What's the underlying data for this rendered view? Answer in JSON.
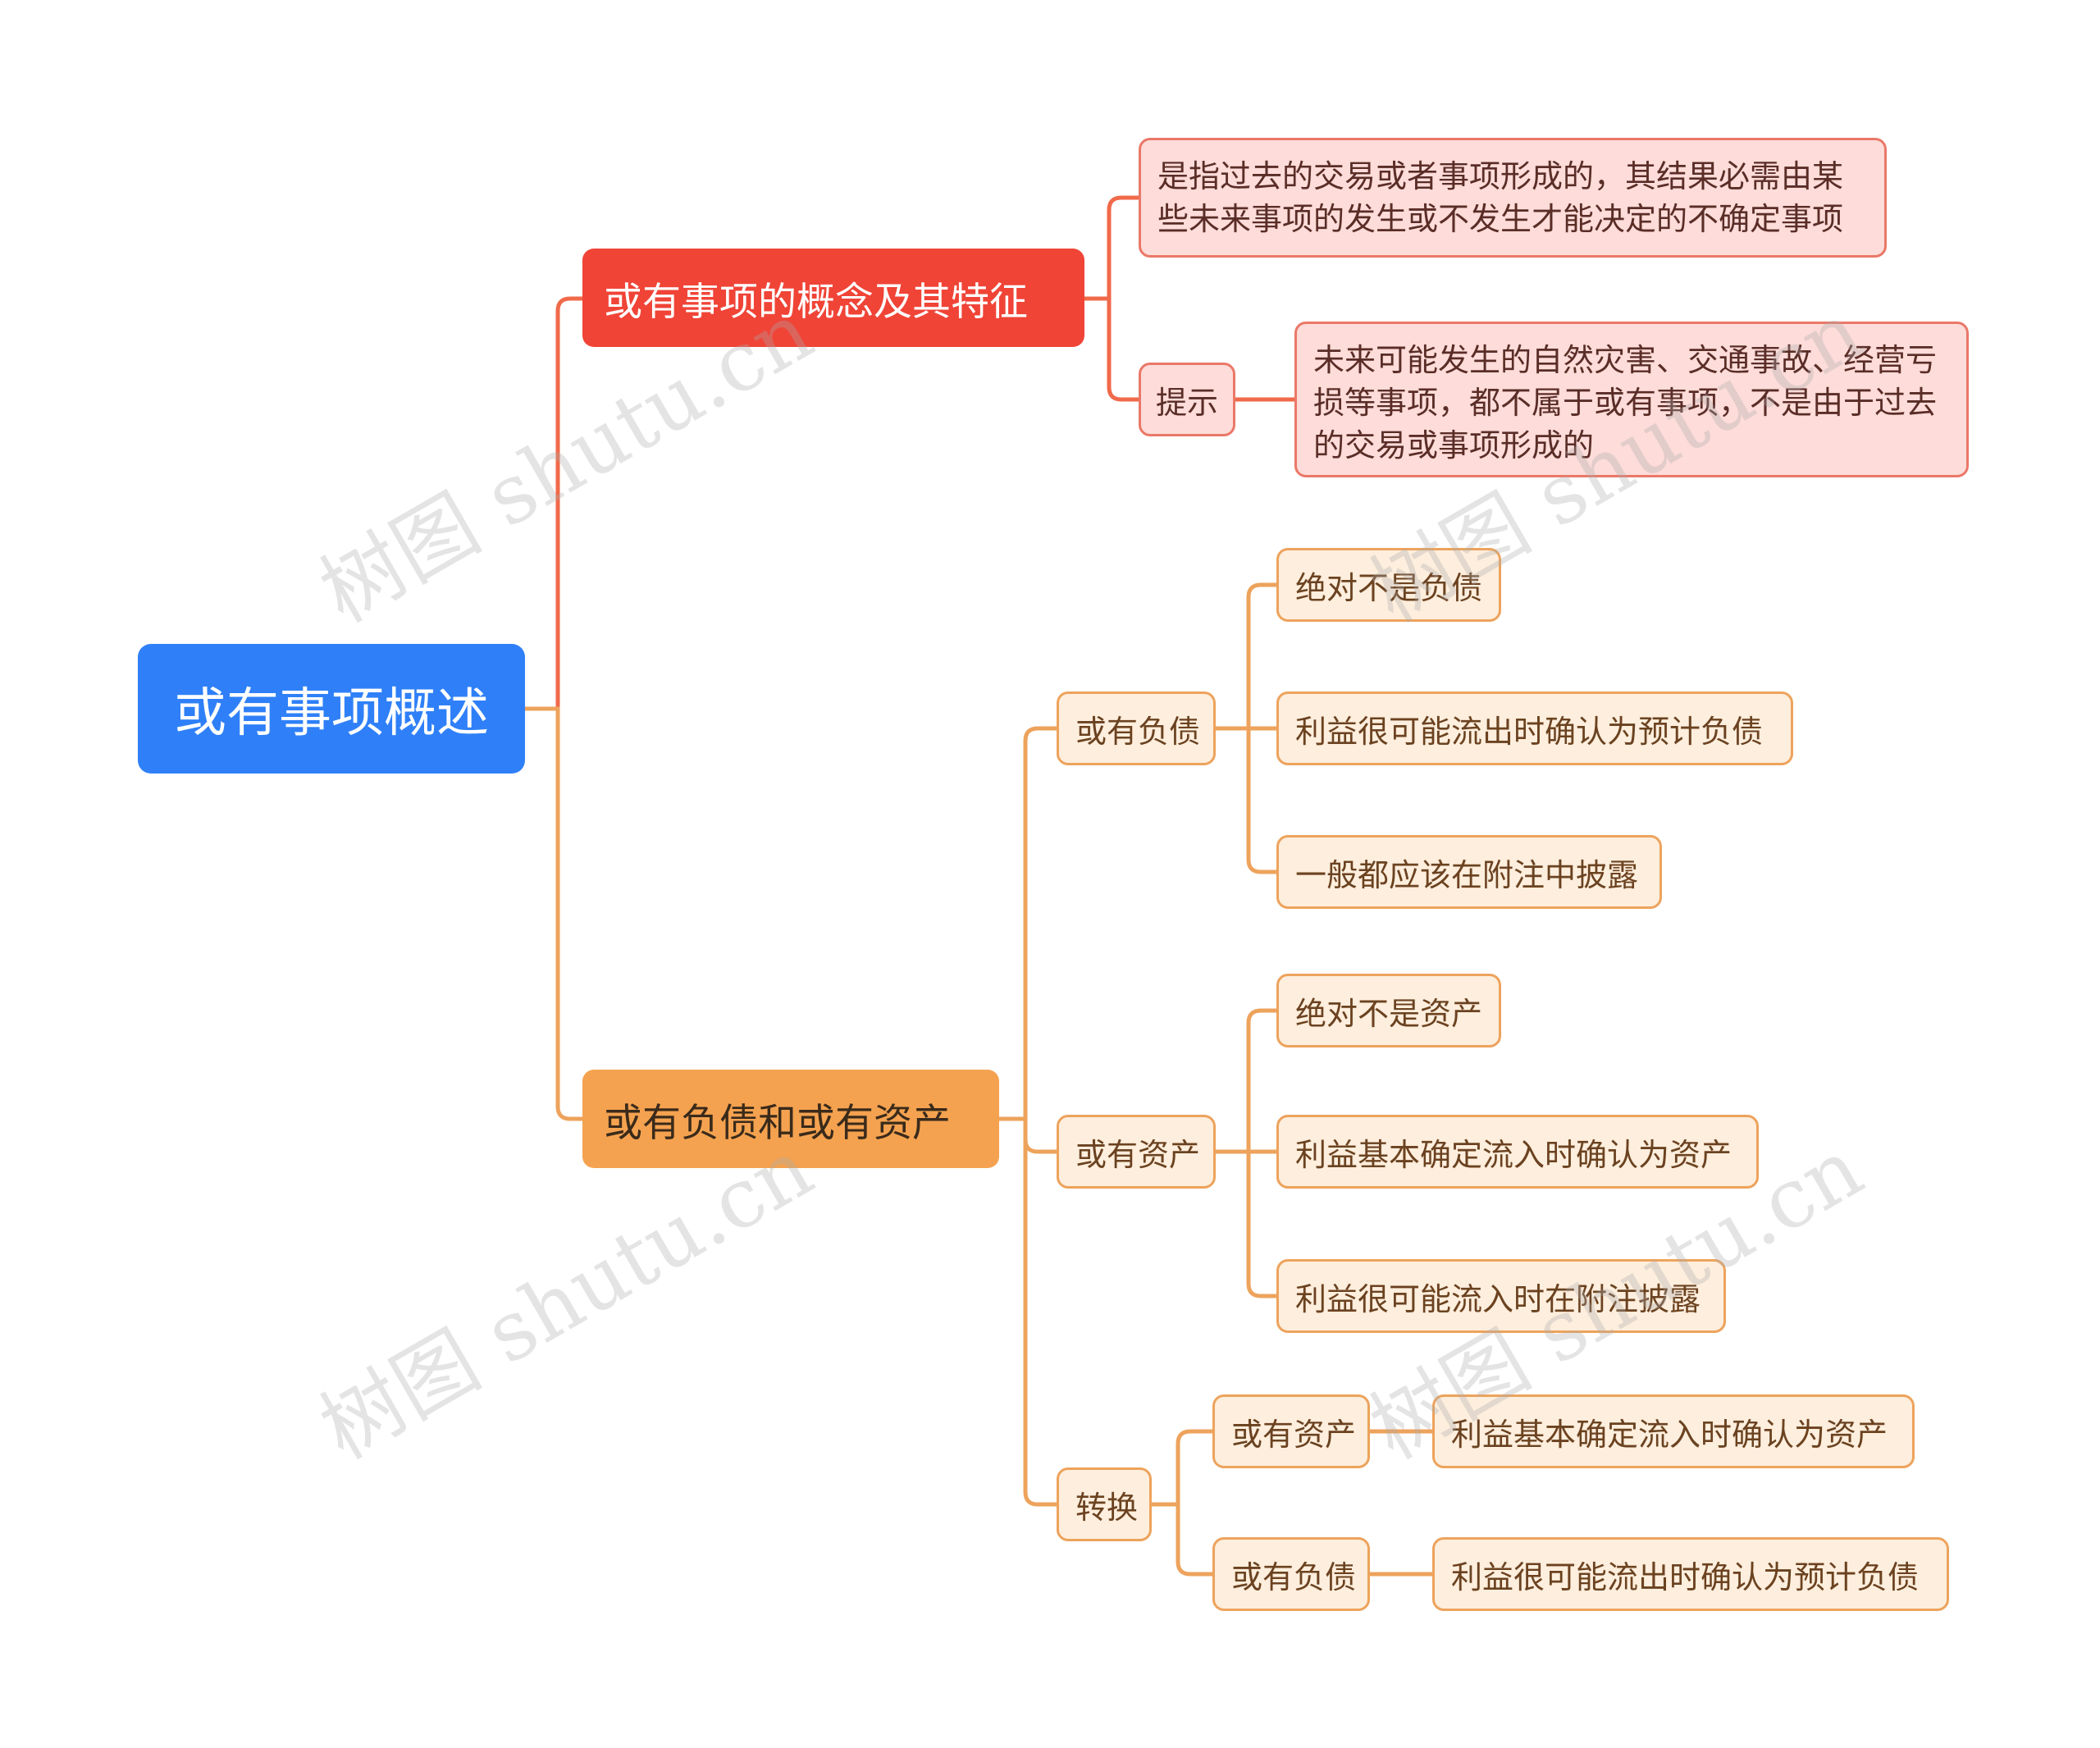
{
  "root": {
    "label": "或有事项概述"
  },
  "branches": [
    {
      "label": "或有事项的概念及其特征",
      "color": "#f04437",
      "children": [
        {
          "label": "是指过去的交易或者事项形成的，其结果必需由某些未来事项的发生或不发生才能决定的不确定事项"
        },
        {
          "label": "提示",
          "children": [
            {
              "label": "未来可能发生的自然灾害、交通事故、经营亏损等事项，都不属于或有事项，不是由于过去的交易或事项形成的"
            }
          ]
        }
      ]
    },
    {
      "label": "或有负债和或有资产",
      "color": "#f4a250",
      "children": [
        {
          "label": "或有负债",
          "children": [
            {
              "label": "绝对不是负债"
            },
            {
              "label": "利益很可能流出时确认为预计负债"
            },
            {
              "label": "一般都应该在附注中披露"
            }
          ]
        },
        {
          "label": "或有资产",
          "children": [
            {
              "label": "绝对不是资产"
            },
            {
              "label": "利益基本确定流入时确认为资产"
            },
            {
              "label": "利益很可能流入时在附注披露"
            }
          ]
        },
        {
          "label": "转换",
          "children": [
            {
              "label": "或有资产",
              "children": [
                {
                  "label": "利益基本确定流入时确认为资产"
                }
              ]
            },
            {
              "label": "或有负债",
              "children": [
                {
                  "label": "利益很可能流出时确认为预计负债"
                }
              ]
            }
          ]
        }
      ]
    }
  ],
  "watermark": "树图 shutu.cn",
  "colors": {
    "root": "#2f80f8",
    "red_line": "#f06a4a",
    "orange_line": "#eda35c",
    "leaf_border": "#eda35c",
    "leaf_fill": "#fdeedd",
    "pink_border": "#ea7868",
    "pink_fill": "#fddcd9"
  }
}
